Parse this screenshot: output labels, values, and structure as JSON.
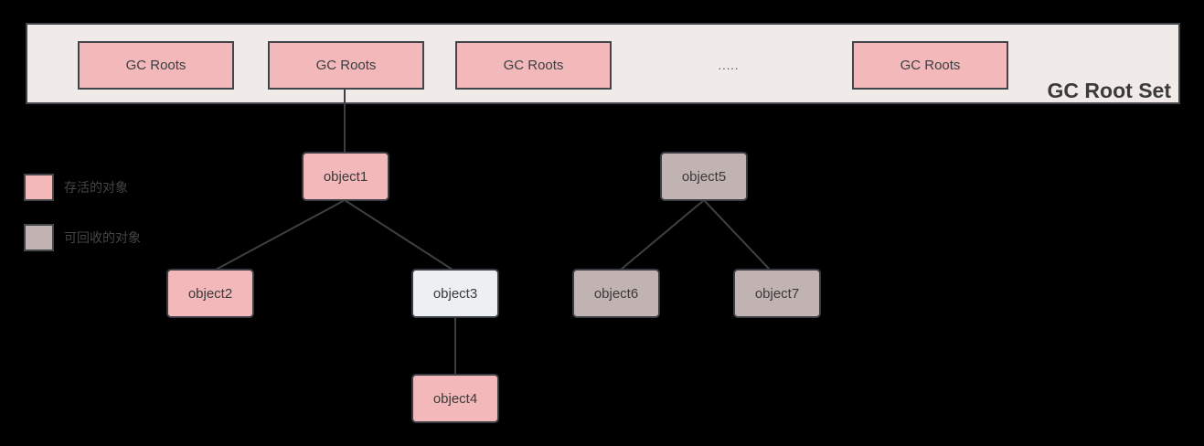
{
  "banner": {
    "roots": [
      "GC Roots",
      "GC Roots",
      "GC Roots",
      "GC Roots"
    ],
    "ellipsis": ".....",
    "title": "GC Root Set"
  },
  "legend": {
    "items": [
      {
        "label": "存活的对象",
        "color": "#f2b8ba"
      },
      {
        "label": "可回收的对象",
        "color": "#c1b3b1"
      }
    ]
  },
  "graph": {
    "nodes": [
      {
        "id": "object1",
        "label": "object1",
        "style": "alive"
      },
      {
        "id": "object2",
        "label": "object2",
        "style": "alive"
      },
      {
        "id": "object3",
        "label": "object3",
        "style": "light"
      },
      {
        "id": "object4",
        "label": "object4",
        "style": "alive"
      },
      {
        "id": "object5",
        "label": "object5",
        "style": "collectible"
      },
      {
        "id": "object6",
        "label": "object6",
        "style": "collectible"
      },
      {
        "id": "object7",
        "label": "object7",
        "style": "collectible"
      }
    ],
    "edges": [
      {
        "from": "gc-roots-2",
        "to": "object1"
      },
      {
        "from": "object1",
        "to": "object2"
      },
      {
        "from": "object1",
        "to": "object3"
      },
      {
        "from": "object3",
        "to": "object4"
      },
      {
        "from": "object5",
        "to": "object6"
      },
      {
        "from": "object5",
        "to": "object7"
      }
    ]
  },
  "colors": {
    "background": "#000000",
    "panel_bg": "#f0ebe9",
    "alive_fill": "#f2b8ba",
    "collectible_fill": "#c1b3b1",
    "light_fill": "#edf0f2",
    "border": "#42464b",
    "edge_line": "#3d4043",
    "dark_text": "#3b3e41"
  }
}
